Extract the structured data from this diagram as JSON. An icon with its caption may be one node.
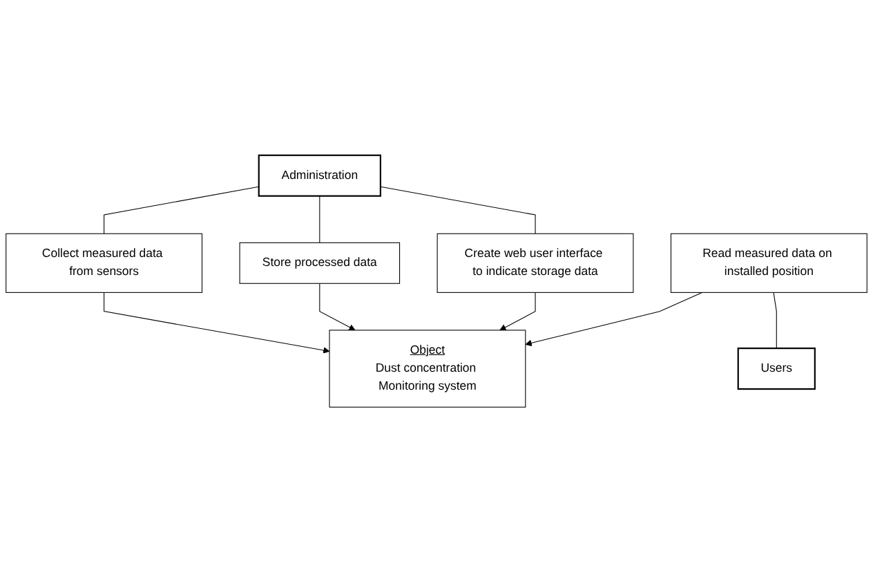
{
  "diagram": {
    "nodes": [
      {
        "text": [
          "Administration"
        ]
      },
      {
        "text": [
          "Collect measured data from sensors"
        ]
      },
      {
        "text": [
          "Store processed data"
        ]
      },
      {
        "text": [
          "Create web user interface to indicate storage data"
        ]
      },
      {
        "text": [
          "Object",
          "Dust concentration Monitoring system"
        ]
      },
      {
        "text": [
          "Read measured data on installed position"
        ]
      },
      {
        "text": [
          "Users"
        ]
      }
    ],
    "edges": [
      {
        "from": 0,
        "to": 1,
        "arrow": "none"
      },
      {
        "from": 0,
        "to": 2,
        "arrow": "none"
      },
      {
        "from": 0,
        "to": 3,
        "arrow": "none"
      },
      {
        "from": 1,
        "to": 4,
        "arrow": "to"
      },
      {
        "from": 2,
        "to": 4,
        "arrow": "to"
      },
      {
        "from": 3,
        "to": 4,
        "arrow": "to"
      },
      {
        "from": 5,
        "to": 4,
        "arrow": "to"
      },
      {
        "from": 5,
        "to": 6,
        "arrow": "none"
      }
    ]
  }
}
